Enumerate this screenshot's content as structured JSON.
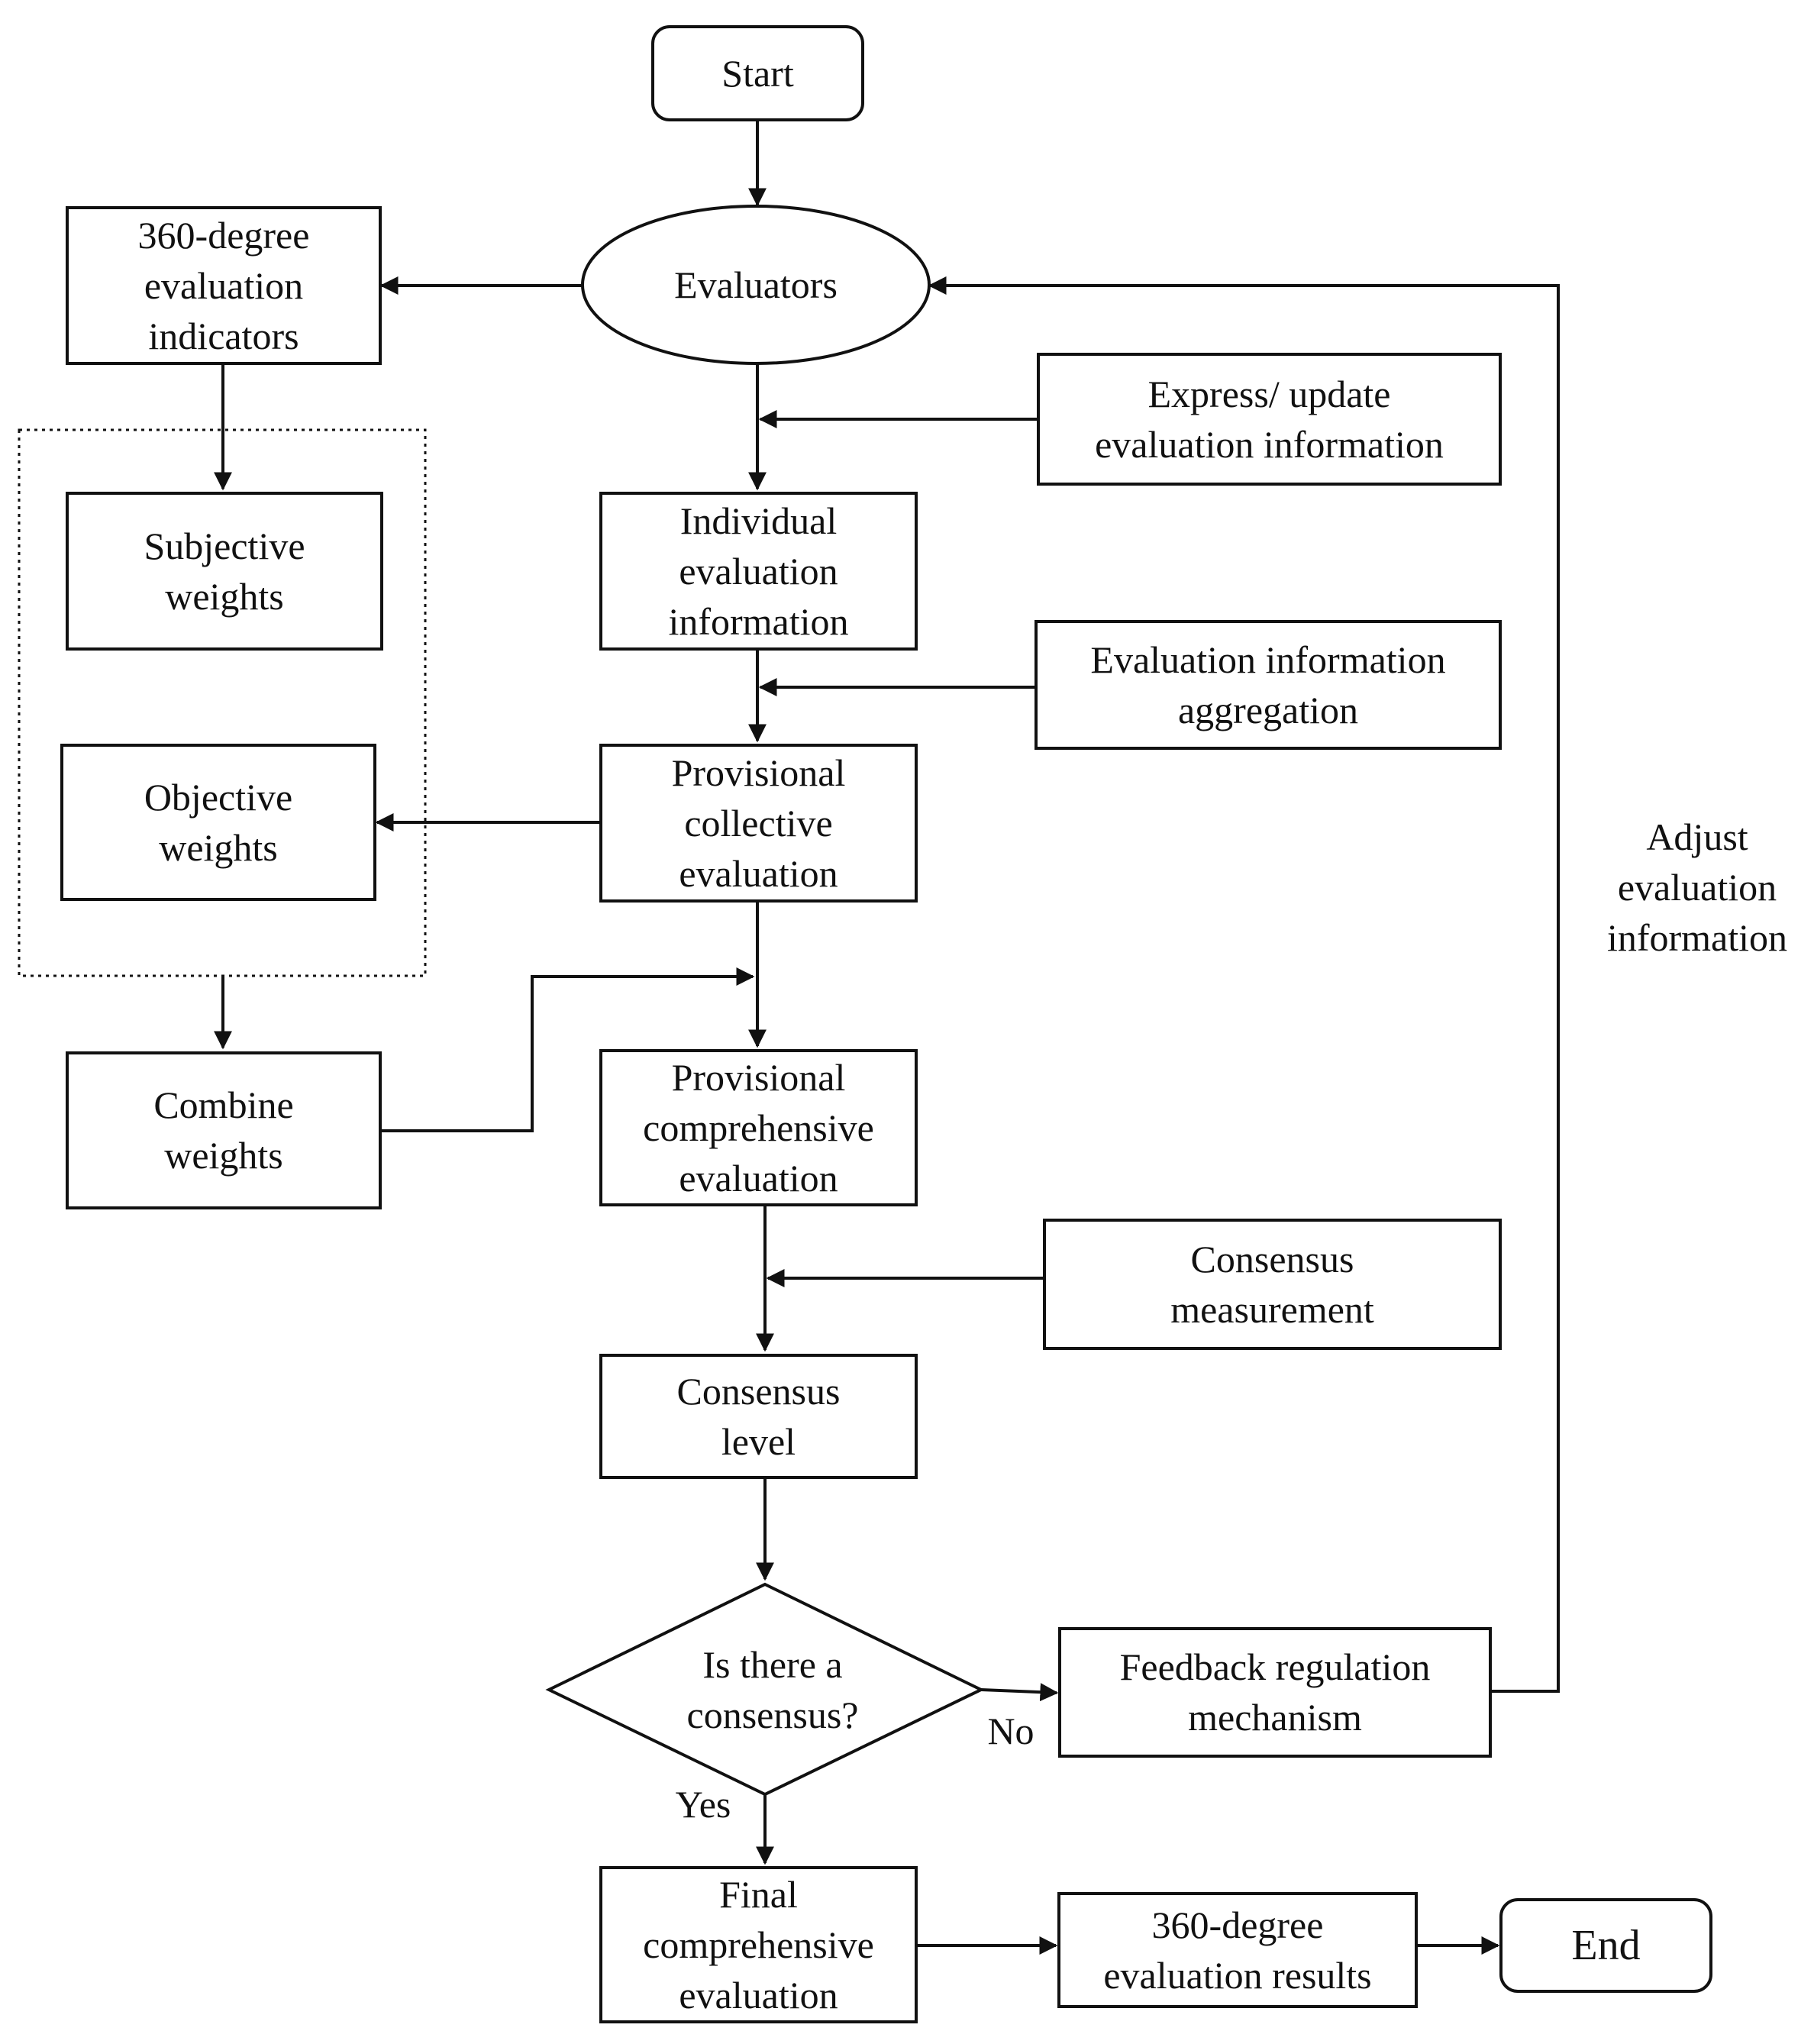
{
  "nodes": {
    "start": {
      "text": "Start",
      "shape": "rounded"
    },
    "evaluators": {
      "text": "Evaluators",
      "shape": "ellipse"
    },
    "indicators": {
      "text": "360-degree\nevaluation\nindicators",
      "shape": "rect"
    },
    "express": {
      "text": "Express/ update\nevaluation information",
      "shape": "rect"
    },
    "individual": {
      "text": "Individual\nevaluation\ninformation",
      "shape": "rect"
    },
    "subjective": {
      "text": "Subjective\nweights",
      "shape": "rect"
    },
    "aggregation": {
      "text": "Evaluation information\naggregation",
      "shape": "rect"
    },
    "objective": {
      "text": "Objective\nweights",
      "shape": "rect"
    },
    "collective": {
      "text": "Provisional\ncollective\nevaluation",
      "shape": "rect"
    },
    "combine": {
      "text": "Combine\nweights",
      "shape": "rect"
    },
    "comprehensive": {
      "text": "Provisional\ncomprehensive\nevaluation",
      "shape": "rect"
    },
    "measurement": {
      "text": "Consensus\nmeasurement",
      "shape": "rect"
    },
    "level": {
      "text": "Consensus\nlevel",
      "shape": "rect"
    },
    "decision": {
      "text": "Is there a\nconsensus?",
      "shape": "diamond"
    },
    "feedback": {
      "text": "Feedback regulation\nmechanism",
      "shape": "rect"
    },
    "final": {
      "text": "Final\ncomprehensive\nevaluation",
      "shape": "rect"
    },
    "results": {
      "text": "360-degree\nevaluation results",
      "shape": "rect"
    },
    "end": {
      "text": "End",
      "shape": "rounded"
    }
  },
  "edge_labels": {
    "no": "No",
    "yes": "Yes",
    "adjust": "Adjust\nevaluation\ninformation"
  },
  "colors": {
    "stroke": "#111111",
    "fill": "#ffffff",
    "text": "#111111"
  }
}
